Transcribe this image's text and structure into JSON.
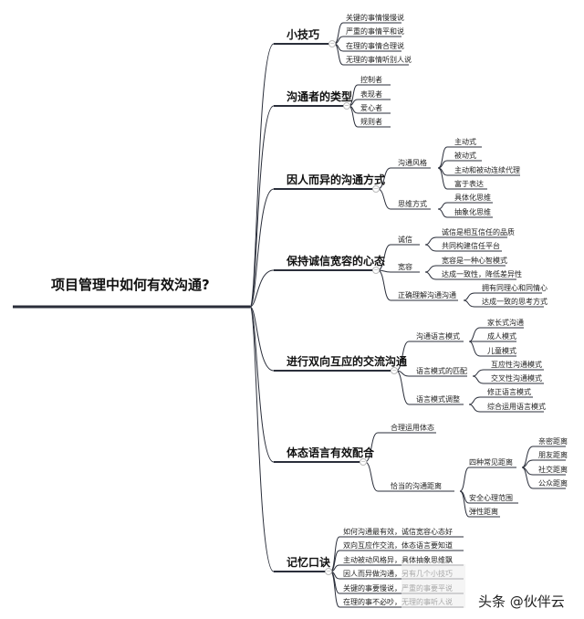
{
  "root": "项目管理中如何有效沟通?",
  "branches": [
    {
      "label": "小技巧",
      "children": [
        "关键的事情慢慢说",
        "严重的事情平和说",
        "在理的事情合理说",
        "无理的事情听别人说"
      ]
    },
    {
      "label": "沟通者的类型",
      "children": [
        "控制者",
        "表现者",
        "爱心者",
        "规则者"
      ]
    },
    {
      "label": "因人而异的沟通方式",
      "groups": [
        {
          "label": "沟通风格",
          "children": [
            "主动式",
            "被动式",
            "主动和被动连续代理",
            "富于表达"
          ]
        },
        {
          "label": "思维方式",
          "children": [
            "具体化思维",
            "抽象化思维"
          ]
        }
      ]
    },
    {
      "label": "保持诚信宽容的心态",
      "groups": [
        {
          "label": "诚信",
          "children": [
            "诚信是相互信任的品质",
            "共同构建信任平台"
          ]
        },
        {
          "label": "宽容",
          "children": [
            "宽容是一种心智模式",
            "达成一致性，降低差异性"
          ]
        },
        {
          "label": "正确理解沟通沟通",
          "children": [
            "拥有同理心和同情心",
            "达成一致的思考方式"
          ]
        }
      ]
    },
    {
      "label": "进行双向互应的交流沟通",
      "groups": [
        {
          "label": "沟通语言模式",
          "children": [
            "家长式沟通",
            "成人模式",
            "儿童模式"
          ]
        },
        {
          "label": "语言模式的匹配",
          "children": [
            "互应性沟通模式",
            "交叉性沟通模式"
          ]
        },
        {
          "label": "语言模式调整",
          "children": [
            "修正语言模式",
            "综合运用语言模式"
          ]
        }
      ]
    },
    {
      "label": "体态语言有效配合",
      "groups": [
        {
          "label": "合理运用体态",
          "children": []
        },
        {
          "label": "恰当的沟通距离",
          "subgroups": [
            {
              "label": "四种常见距离",
              "children": [
                "亲密距离",
                "朋友距离",
                "社交距离",
                "公众距离"
              ]
            },
            {
              "label": "安全心理范围",
              "children": []
            },
            {
              "label": "弹性距离",
              "children": []
            }
          ]
        }
      ]
    },
    {
      "label": "记忆口诀",
      "children": [
        "如何沟通最有效，诚信宽容心态好",
        "双向互应作交流，体态语言要知道",
        "主动被动风格异，具体抽象思维飘",
        "因人而异做沟通，另有几个小技巧",
        "关键的事要慢说，严重的事要平说",
        "在理的事不必吵，无理的事听人说"
      ]
    }
  ],
  "watermark": "头条 @伙伴云",
  "colors": {
    "line": "#2a2e3a",
    "text": "#222222",
    "toggle": "#bbbbbb"
  }
}
